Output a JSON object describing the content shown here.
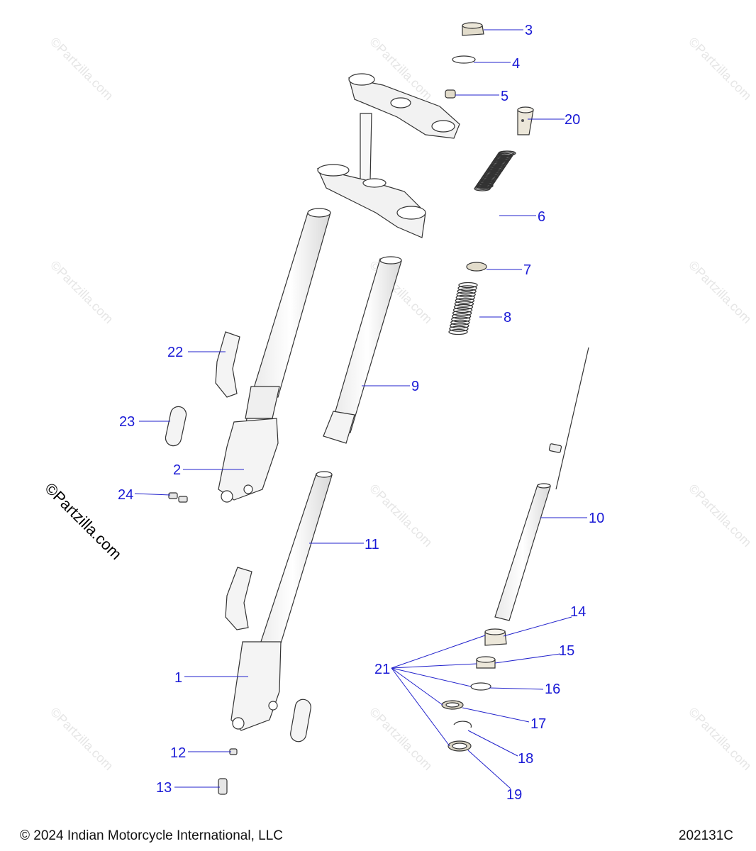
{
  "footer": {
    "copyright": "© 2024 Indian Motorcycle International, LLC",
    "diagram_id": "202131C"
  },
  "brand_mark": "©Partzilla.com",
  "watermark_text": "©Partzilla.com",
  "colors": {
    "callout": "#1a1ad6",
    "leader": "#2222cc",
    "part_fill": "#f4f4f4",
    "part_stroke": "#333333"
  },
  "callouts": {
    "c1": "1",
    "c2": "2",
    "c3": "3",
    "c4": "4",
    "c5": "5",
    "c6": "6",
    "c7": "7",
    "c8": "8",
    "c9": "9",
    "c10": "10",
    "c11": "11",
    "c12": "12",
    "c13": "13",
    "c14": "14",
    "c15": "15",
    "c16": "16",
    "c17": "17",
    "c18": "18",
    "c19": "19",
    "c20": "20",
    "c21": "21",
    "c22": "22",
    "c23": "23",
    "c24": "24"
  }
}
